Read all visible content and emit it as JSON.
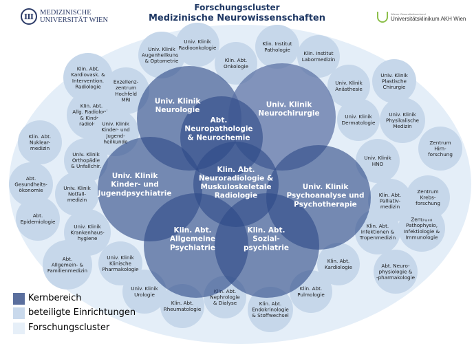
{
  "header": {
    "title_line1": "Forschungscluster",
    "title_line2": "Medizinische Neurowissenschaften",
    "logo_left": {
      "icon": "mu-emblem-icon",
      "line1": "MEDIZINISCHE",
      "line2": "UNIVERSITÄT WIEN"
    },
    "logo_right": {
      "icon": "akh-logo-icon",
      "small": "Wiener Gesundheitsverbund",
      "big": "Universitätsklinikum AKH Wien"
    }
  },
  "colors": {
    "core": "#4a5f94",
    "participating": "#c6d7ea",
    "cluster": "#e4eef8",
    "title": "#1f3864"
  },
  "core_units": [
    {
      "id": "neurologie",
      "lines": [
        "Univ. Klinik",
        "Neurologie"
      ]
    },
    {
      "id": "neurochirurgie",
      "lines": [
        "Univ. Klinik",
        "Neurochirurgie"
      ]
    },
    {
      "id": "kjp",
      "lines": [
        "Univ. Klinik",
        "Kinder- und",
        "Jugendpsychiatrie"
      ]
    },
    {
      "id": "psychoanalyse",
      "lines": [
        "Univ. Klinik",
        "Psychoanalyse und",
        "Psychotherapie"
      ]
    },
    {
      "id": "allgpsych",
      "lines": [
        "Klin. Abt.",
        "Allgemeine",
        "Psychiatrie"
      ]
    },
    {
      "id": "sozpsych",
      "lines": [
        "Klin. Abt.",
        "Sozial-",
        "psychiatrie"
      ]
    },
    {
      "id": "neuropath",
      "lines": [
        "Abt.",
        "Neuropathologie",
        "& Neurochemie"
      ]
    },
    {
      "id": "neurorad",
      "lines": [
        "Klin. Abt.",
        "Neuroradiologie &",
        "Muskuloskeletale",
        "Radiologie"
      ]
    }
  ],
  "participating_units": [
    {
      "lines": [
        "Univ. Klinik",
        "Augenheilkunde",
        "& Optometrie"
      ]
    },
    {
      "lines": [
        "Univ. Klinik",
        "Radioonkologie"
      ]
    },
    {
      "lines": [
        "Klin. Abt.",
        "Onkologie"
      ]
    },
    {
      "lines": [
        "Klin. Institut",
        "Pathologie"
      ]
    },
    {
      "lines": [
        "Klin. Institut",
        "Labormedizin"
      ]
    },
    {
      "lines": [
        "Klin. Abt.",
        "Kardiovask. &",
        "Intervention.",
        "Radiologie"
      ]
    },
    {
      "lines": [
        "Exzellenz-",
        "zentrum",
        "Hochfeld",
        "MRI"
      ]
    },
    {
      "lines": [
        "Klin. Abt.",
        "Allg. Radiologie",
        "& Kinder-",
        "radiologie"
      ]
    },
    {
      "lines": [
        "Univ. Klinik",
        "Kinder- und",
        "Jugend-",
        "heilkunde"
      ]
    },
    {
      "lines": [
        "Klin. Abt.",
        "Nuklear-",
        "medizin"
      ]
    },
    {
      "lines": [
        "Univ. Klinik",
        "Orthopädie",
        "& Unfallchir."
      ]
    },
    {
      "lines": [
        "Abt.",
        "Gesundheits-",
        "ökonomie"
      ]
    },
    {
      "lines": [
        "Univ. Klinik",
        "Notfall-",
        "medizin"
      ]
    },
    {
      "lines": [
        "Abt.",
        "Epidemiologie"
      ]
    },
    {
      "lines": [
        "Univ. Klinik",
        "Krankenhaus-",
        "hygiene"
      ]
    },
    {
      "lines": [
        "Univ. Klinik",
        "Klinische",
        "Pharmakologie"
      ]
    },
    {
      "lines": [
        "Abt.",
        "Allgemein- &",
        "Familienmedizin"
      ]
    },
    {
      "lines": [
        "Univ. Klinik",
        "Urologie"
      ]
    },
    {
      "lines": [
        "Klin. Abt.",
        "Rheumatologie"
      ]
    },
    {
      "lines": [
        "Klin. Abt.",
        "Nephrologie",
        "& Dialyse"
      ]
    },
    {
      "lines": [
        "Klin. Abt.",
        "Endokrinologie",
        "& Stoffwechsel"
      ]
    },
    {
      "lines": [
        "Klin. Abt.",
        "Pulmologie"
      ]
    },
    {
      "lines": [
        "Klin. Abt.",
        "Kardiologie"
      ]
    },
    {
      "lines": [
        "Abt. Neuro-",
        "physiologie &",
        "-pharmakologie"
      ]
    },
    {
      "lines": [
        "Klin. Abt.",
        "Infektionen &",
        "Tropenmedizin"
      ]
    },
    {
      "lines": [
        "Zentrum",
        "Pathophysio,",
        "Infektiologie &",
        "Immunologie"
      ]
    },
    {
      "lines": [
        "Klin. Abt.",
        "Palliativ-",
        "medizin"
      ]
    },
    {
      "lines": [
        "Zentrum",
        "Krebs-",
        "forschung"
      ]
    },
    {
      "lines": [
        "Univ. Klinik",
        "HNO"
      ]
    },
    {
      "lines": [
        "Zentrum",
        "Hirn-",
        "forschung"
      ]
    },
    {
      "lines": [
        "Univ. Klinik",
        "Dermatologie"
      ]
    },
    {
      "lines": [
        "Univ. Klinik",
        "Physikalische",
        "Medizin"
      ]
    },
    {
      "lines": [
        "Univ. Klinik",
        "Anästhesie"
      ]
    },
    {
      "lines": [
        "Univ. Klinik",
        "Plastische",
        "Chirurgie"
      ]
    }
  ],
  "legend": [
    {
      "label": "Kernbereich",
      "color": "#5b6f9e"
    },
    {
      "label": "beteiligte Einrichtungen",
      "color": "#c9d9ec"
    },
    {
      "label": "Forschungscluster",
      "color": "#e6eff8"
    }
  ]
}
